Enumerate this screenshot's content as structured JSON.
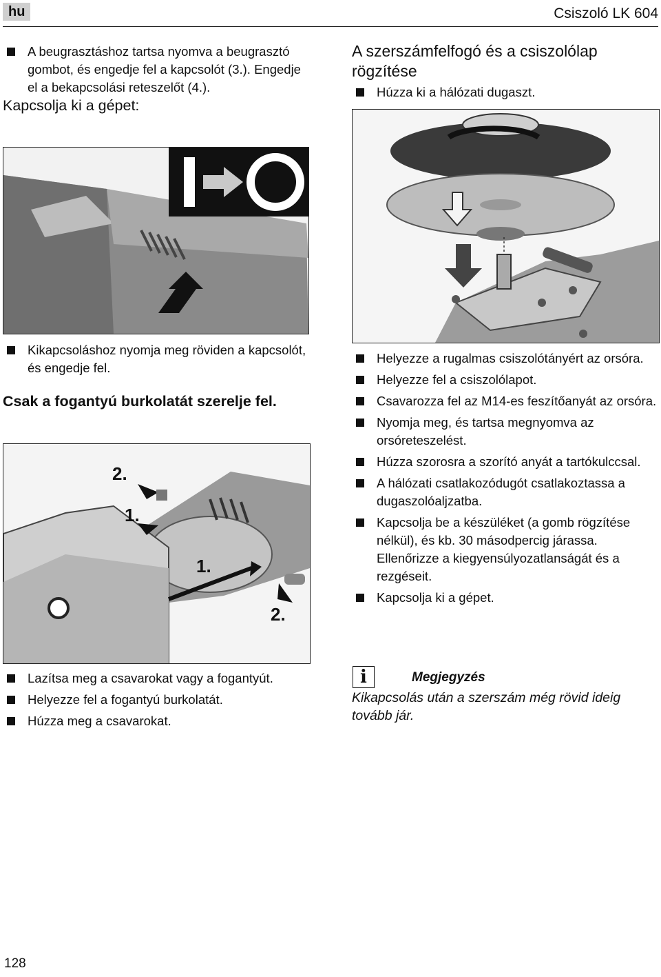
{
  "header": {
    "lang": "hu",
    "title": "Csiszoló LK 604"
  },
  "left": {
    "intro_bullet": "A beugrasztáshoz tartsa nyomva a beug­rasztó gombot, és engedje fel a kapcsolót (3.). Engedje el a bekapcsolási reteszelőt (4.).",
    "switch_off_heading": "Kapcsolja ki a gépet:",
    "switch_off_bullet": "Kikapcsoláshoz nyomja meg röviden a kapcsolót, és engedje fel.",
    "handle_heading": "Csak a fogantyú burkolatát szerelje fel.",
    "handle_bullets": [
      "Lazítsa meg a csavarokat vagy a fogantyút.",
      "Helyezze fel a fogantyú burkolatát.",
      "Húzza meg a csavarokat."
    ],
    "fig_labels": [
      "2.",
      "1.",
      "1.",
      "2."
    ]
  },
  "right": {
    "heading": "A szerszámfelfogó és a csiszolólap rögzítése",
    "first_bullet": "Húzza ki a hálózati dugaszt.",
    "bullets": [
      "Helyezze a rugalmas csiszolótányért az orsóra.",
      "Helyezze fel a csiszolólapot.",
      "Csavarozza fel az M14-es feszítőanyát az orsóra.",
      "Nyomja meg, és tartsa megnyomva az orsóreteszelést.",
      "Húzza szorosra a szorító anyát a tartókulccsal.",
      "A hálózati csatlakozódugót csatlakoztassa a dugaszolóaljzatba.",
      "Kapcsolja be a készüléket (a gomb rögzítése nélkül), és kb. 30 másodpercig járassa. Ellenőrizze a kiegyensúlyozatlanságát és a rezgéseit.",
      "Kapcsolja ki a gépet."
    ],
    "note_icon": "i",
    "note_title": "Megjegyzés",
    "note_text": "Kikapcsolás után a szerszám még rövid ideig tovább jár."
  },
  "footer": {
    "page_number": "128"
  }
}
